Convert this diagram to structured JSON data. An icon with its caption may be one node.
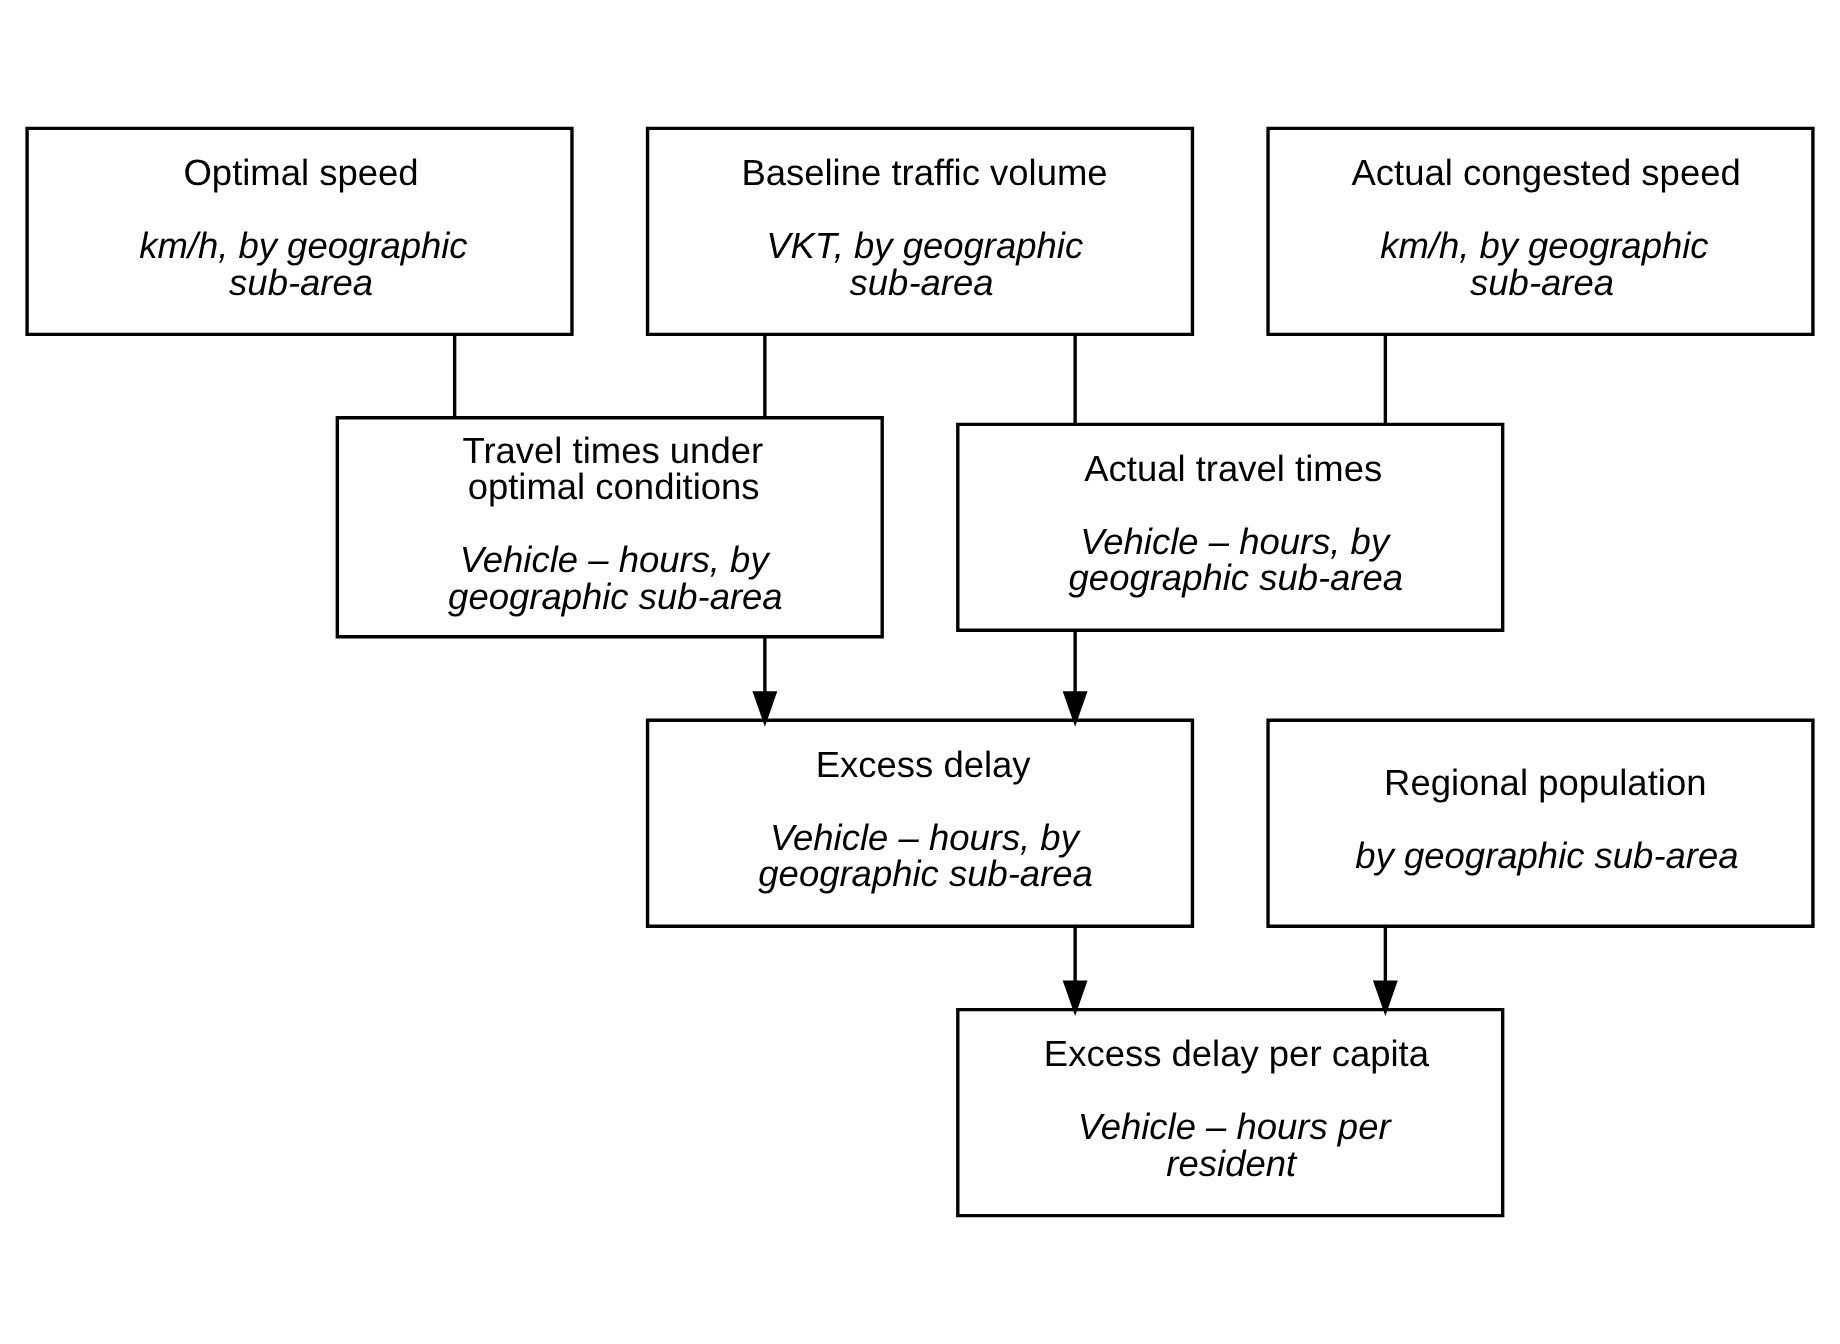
{
  "diagram": {
    "nodes": [
      {
        "text": [
          "Optimal speed",
          "km/h, by geographic sub-area"
        ]
      },
      {
        "text": [
          "Baseline traffic volume",
          "VKT, by geographic sub-area"
        ]
      },
      {
        "text": [
          "Actual congested speed",
          "km/h, by geographic sub-area"
        ]
      },
      {
        "text": [
          "Travel times under optimal conditions",
          "Vehicle – hours, by geographic sub-area"
        ]
      },
      {
        "text": [
          "Actual travel times",
          "Vehicle – hours, by geographic sub-area"
        ]
      },
      {
        "text": [
          "Excess delay",
          "Vehicle – hours, by geographic sub-area"
        ]
      },
      {
        "text": [
          "Regional population",
          "by geographic sub-area"
        ]
      },
      {
        "text": [
          "Excess delay per capita",
          "Vehicle – hours per resident"
        ]
      }
    ],
    "edges": [
      {
        "from": 0,
        "to": 3,
        "arrow": "none"
      },
      {
        "from": 1,
        "to": 3,
        "arrow": "none"
      },
      {
        "from": 1,
        "to": 4,
        "arrow": "none"
      },
      {
        "from": 2,
        "to": 4,
        "arrow": "none"
      },
      {
        "from": 3,
        "to": 5,
        "arrow": "to"
      },
      {
        "from": 4,
        "to": 5,
        "arrow": "to"
      },
      {
        "from": 5,
        "to": 7,
        "arrow": "to"
      },
      {
        "from": 6,
        "to": 7,
        "arrow": "to"
      }
    ]
  }
}
